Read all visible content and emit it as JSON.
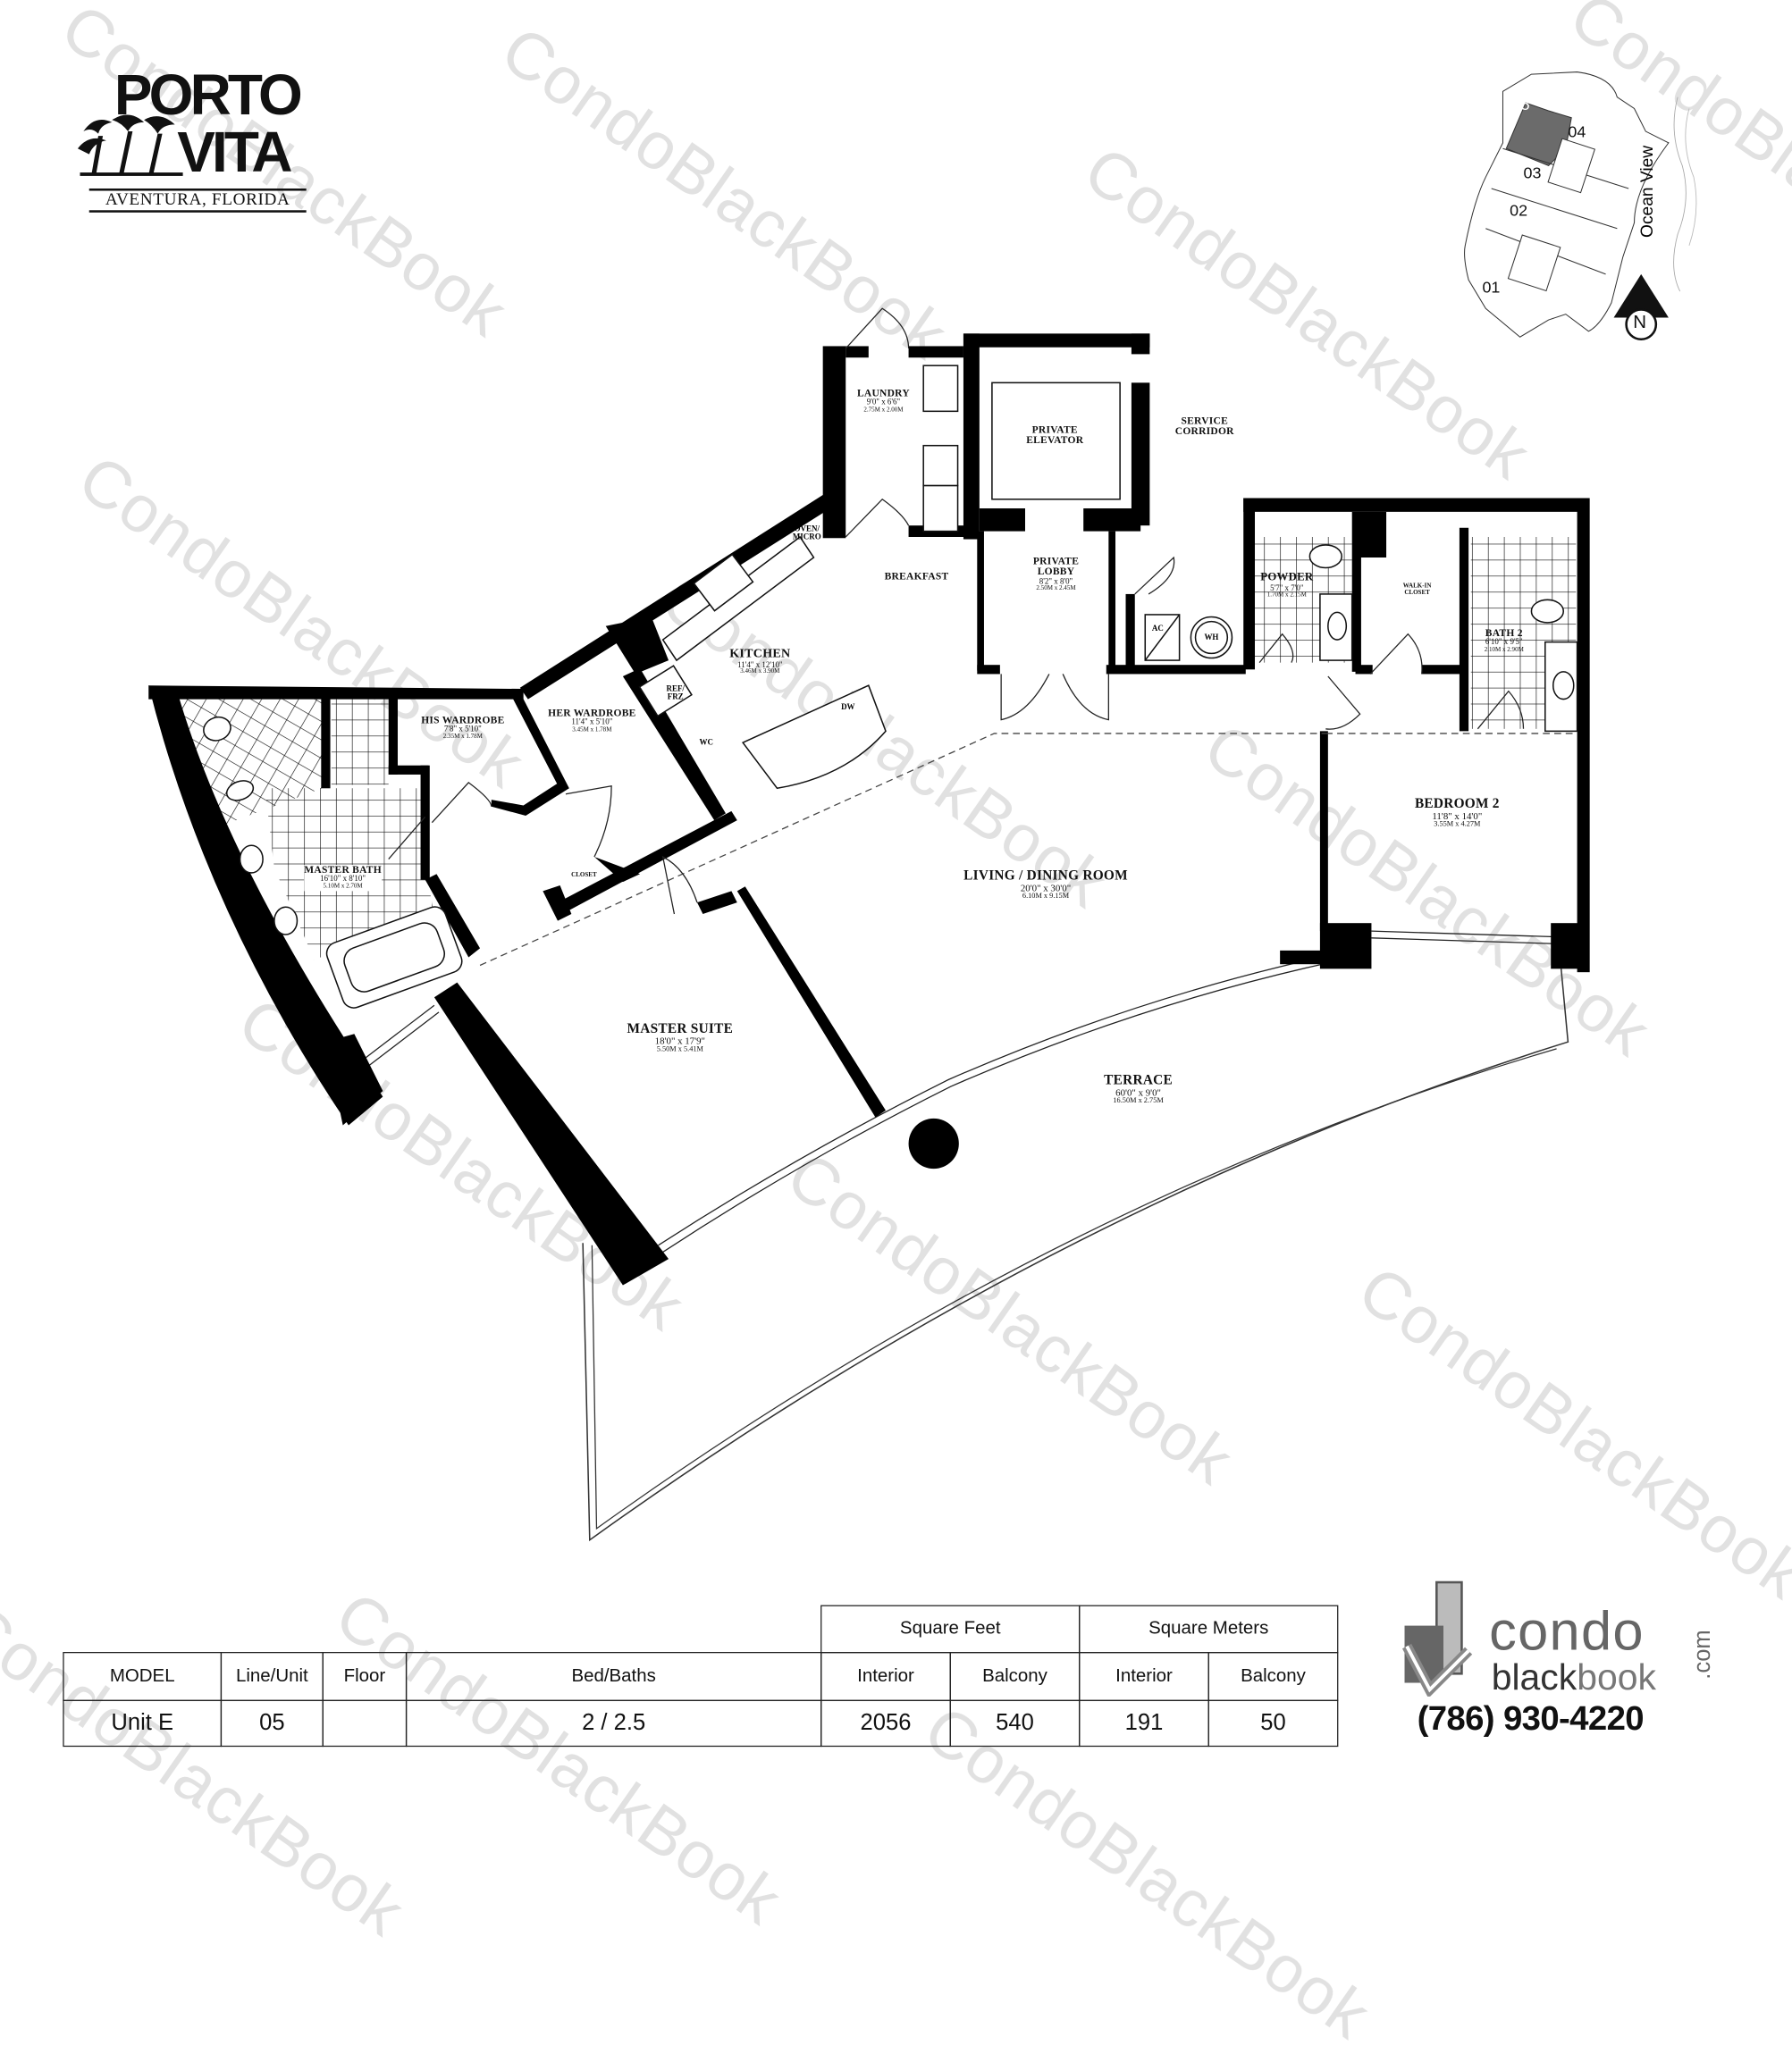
{
  "brand": {
    "logo_line1": "PORTO",
    "logo_line2": "VITA",
    "logo_subtitle": "AVENTURA, FLORIDA"
  },
  "key_plan": {
    "units": [
      "01",
      "02",
      "03",
      "04",
      "05"
    ],
    "highlighted_unit": "05",
    "highlight_color": "#6b6b6b",
    "view_label": "Ocean View",
    "compass_label": "N"
  },
  "rooms": {
    "laundry": {
      "name": "LAUNDRY",
      "dim_ft": "9'0\" x 6'6\"",
      "dim_m": "2.75M x 2.00M"
    },
    "elevator": {
      "name1": "PRIVATE",
      "name2": "ELEVATOR"
    },
    "service": {
      "name1": "SERVICE",
      "name2": "CORRIDOR"
    },
    "breakfast": {
      "name": "BREAKFAST"
    },
    "lobby": {
      "name1": "PRIVATE",
      "name2": "LOBBY",
      "dim_ft": "8'2\" x 8'0\"",
      "dim_m": "2.50M x 2.45M"
    },
    "kitchen": {
      "name": "KITCHEN",
      "dim_ft": "11'4\" x 12'10\"",
      "dim_m": "3.46M x 3.90M"
    },
    "powder": {
      "name": "POWDER",
      "dim_ft": "5'7\" x 7'0\"",
      "dim_m": "1.70M x 2.15M"
    },
    "walkin": {
      "name1": "WALK-IN",
      "name2": "CLOSET"
    },
    "bath2": {
      "name": "BATH 2",
      "dim_ft": "6'10\" x 9'5\"",
      "dim_m": "2.10M x 2.90M"
    },
    "bedroom2": {
      "name": "BEDROOM 2",
      "dim_ft": "11'8\" x 14'0\"",
      "dim_m": "3.55M x 4.27M"
    },
    "his_wardrobe": {
      "name": "HIS WARDROBE",
      "dim_ft": "7'8\" x 5'10\"",
      "dim_m": "2.35M x 1.78M"
    },
    "her_wardrobe": {
      "name": "HER WARDROBE",
      "dim_ft": "11'4\" x 5'10\"",
      "dim_m": "3.45M x 1.78M"
    },
    "master_bath": {
      "name": "MASTER BATH",
      "dim_ft": "16'10\" x 8'10\"",
      "dim_m": "5.10M x 2.70M"
    },
    "closet": {
      "name": "CLOSET"
    },
    "living": {
      "name": "LIVING / DINING ROOM",
      "dim_ft": "20'0\" x 30'0\"",
      "dim_m": "6.10M x 9.15M"
    },
    "master_suite": {
      "name": "MASTER SUITE",
      "dim_ft": "18'0\" x 17'9\"",
      "dim_m": "5.50M x 5.41M"
    },
    "terrace": {
      "name": "TERRACE",
      "dim_ft": "60'0\" x 9'0\"",
      "dim_m": "16.50M x 2.75M"
    }
  },
  "fixtures": {
    "oven": "OVEN/",
    "micro": "MICRO",
    "ref": "REF/",
    "frz": "FRZ",
    "wc": "WC",
    "dw": "DW",
    "ac": "AC",
    "wh": "WH"
  },
  "spec_table": {
    "group_headers": [
      "Square Feet",
      "Square Meters"
    ],
    "headers": [
      "MODEL",
      "Line/Unit",
      "Floor",
      "Bed/Baths",
      "Interior",
      "Balcony",
      "Interior",
      "Balcony"
    ],
    "row": [
      "Unit E",
      "05",
      "",
      "2 / 2.5",
      "2056",
      "540",
      "191",
      "50"
    ]
  },
  "condoblackbook": {
    "word1": "condo",
    "word2a": "black",
    "word2b": "book",
    "suffix": ".com",
    "phone": "(786) 930-4220"
  },
  "watermark": "CondoBlackBook"
}
